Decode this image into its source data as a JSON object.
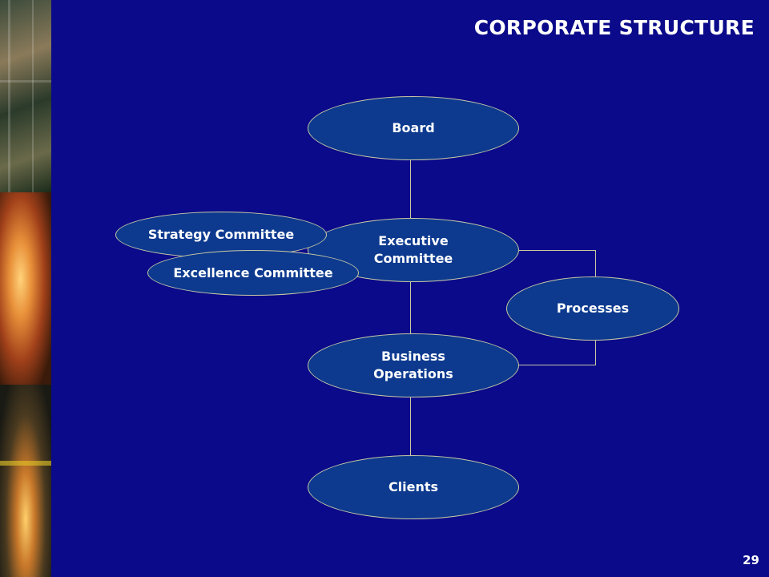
{
  "title": "CORPORATE STRUCTURE",
  "page_number": "29",
  "nodes": {
    "board": "Board",
    "executive": "Executive\nCommittee",
    "strategy": "Strategy Committee",
    "excellence": "Excellence Committee",
    "processes": "Processes",
    "business": "Business\nOperations",
    "clients": "Clients"
  },
  "colors": {
    "background": "#0a0a8a",
    "node_fill": "#0d3a8f",
    "node_border": "#c9c9a3",
    "connector": "#c9c9a3",
    "text": "#ffffff"
  }
}
